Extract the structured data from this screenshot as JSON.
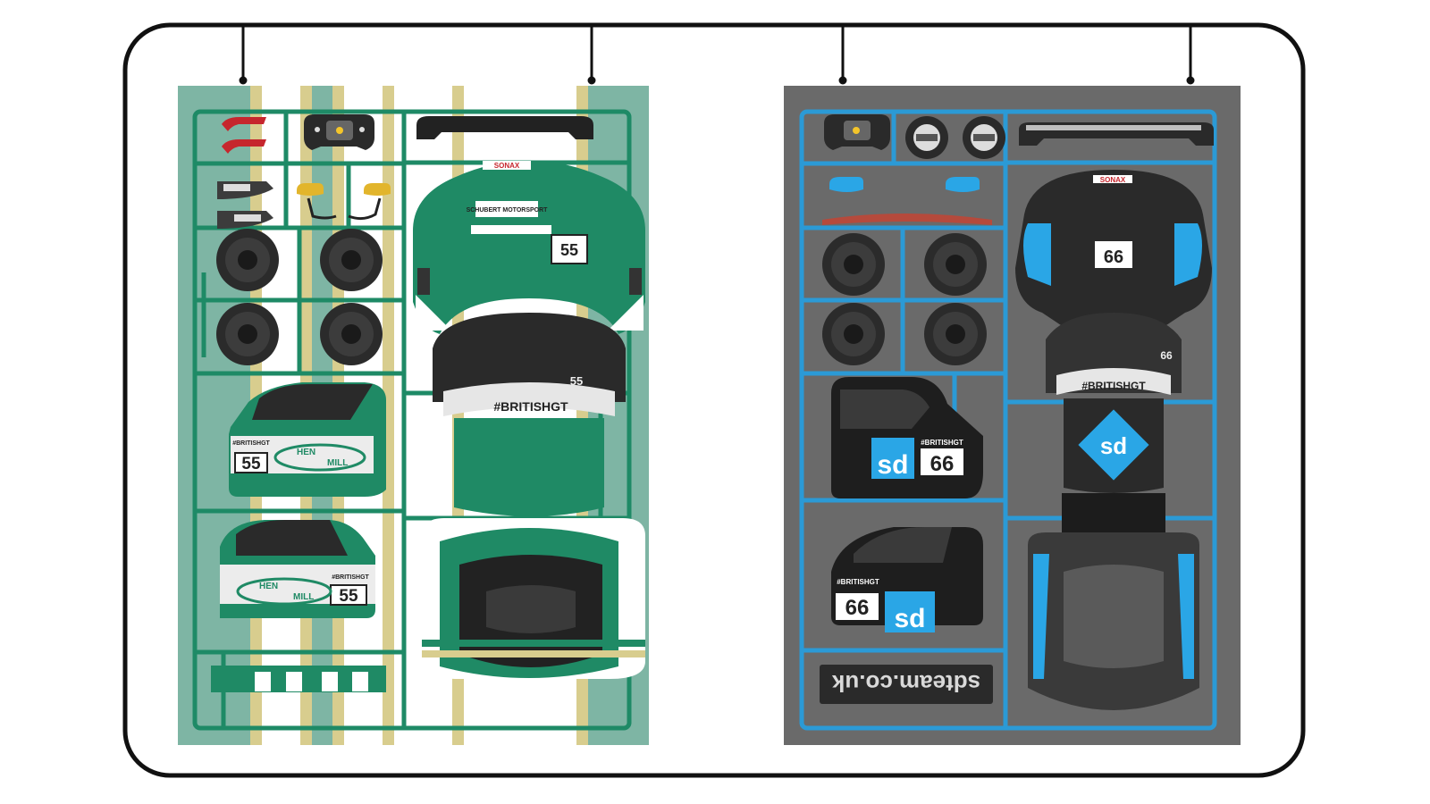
{
  "left_kit": {
    "sponsor": "SONAX",
    "roof_text": "SCHUBERT MOTORSPORT",
    "number": "55",
    "series": "#BRITISHGT",
    "logo_left": "HEN",
    "logo_right": "MILL",
    "colors": {
      "sheet": "#7eb5a4",
      "sprue": "#1e8a66",
      "body": "#1f8a65",
      "stripe": "#d9c98a"
    }
  },
  "right_kit": {
    "sponsor": "SONAX",
    "number": "66",
    "series": "#BRITISHGT",
    "logo": "sd",
    "website": "sdteam.co.uk",
    "colors": {
      "sheet": "#6a6a6a",
      "sprue": "#2b9ad6",
      "body": "#3a3a3a",
      "accent": "#2aa6e6"
    }
  },
  "frame_color": "#111111"
}
